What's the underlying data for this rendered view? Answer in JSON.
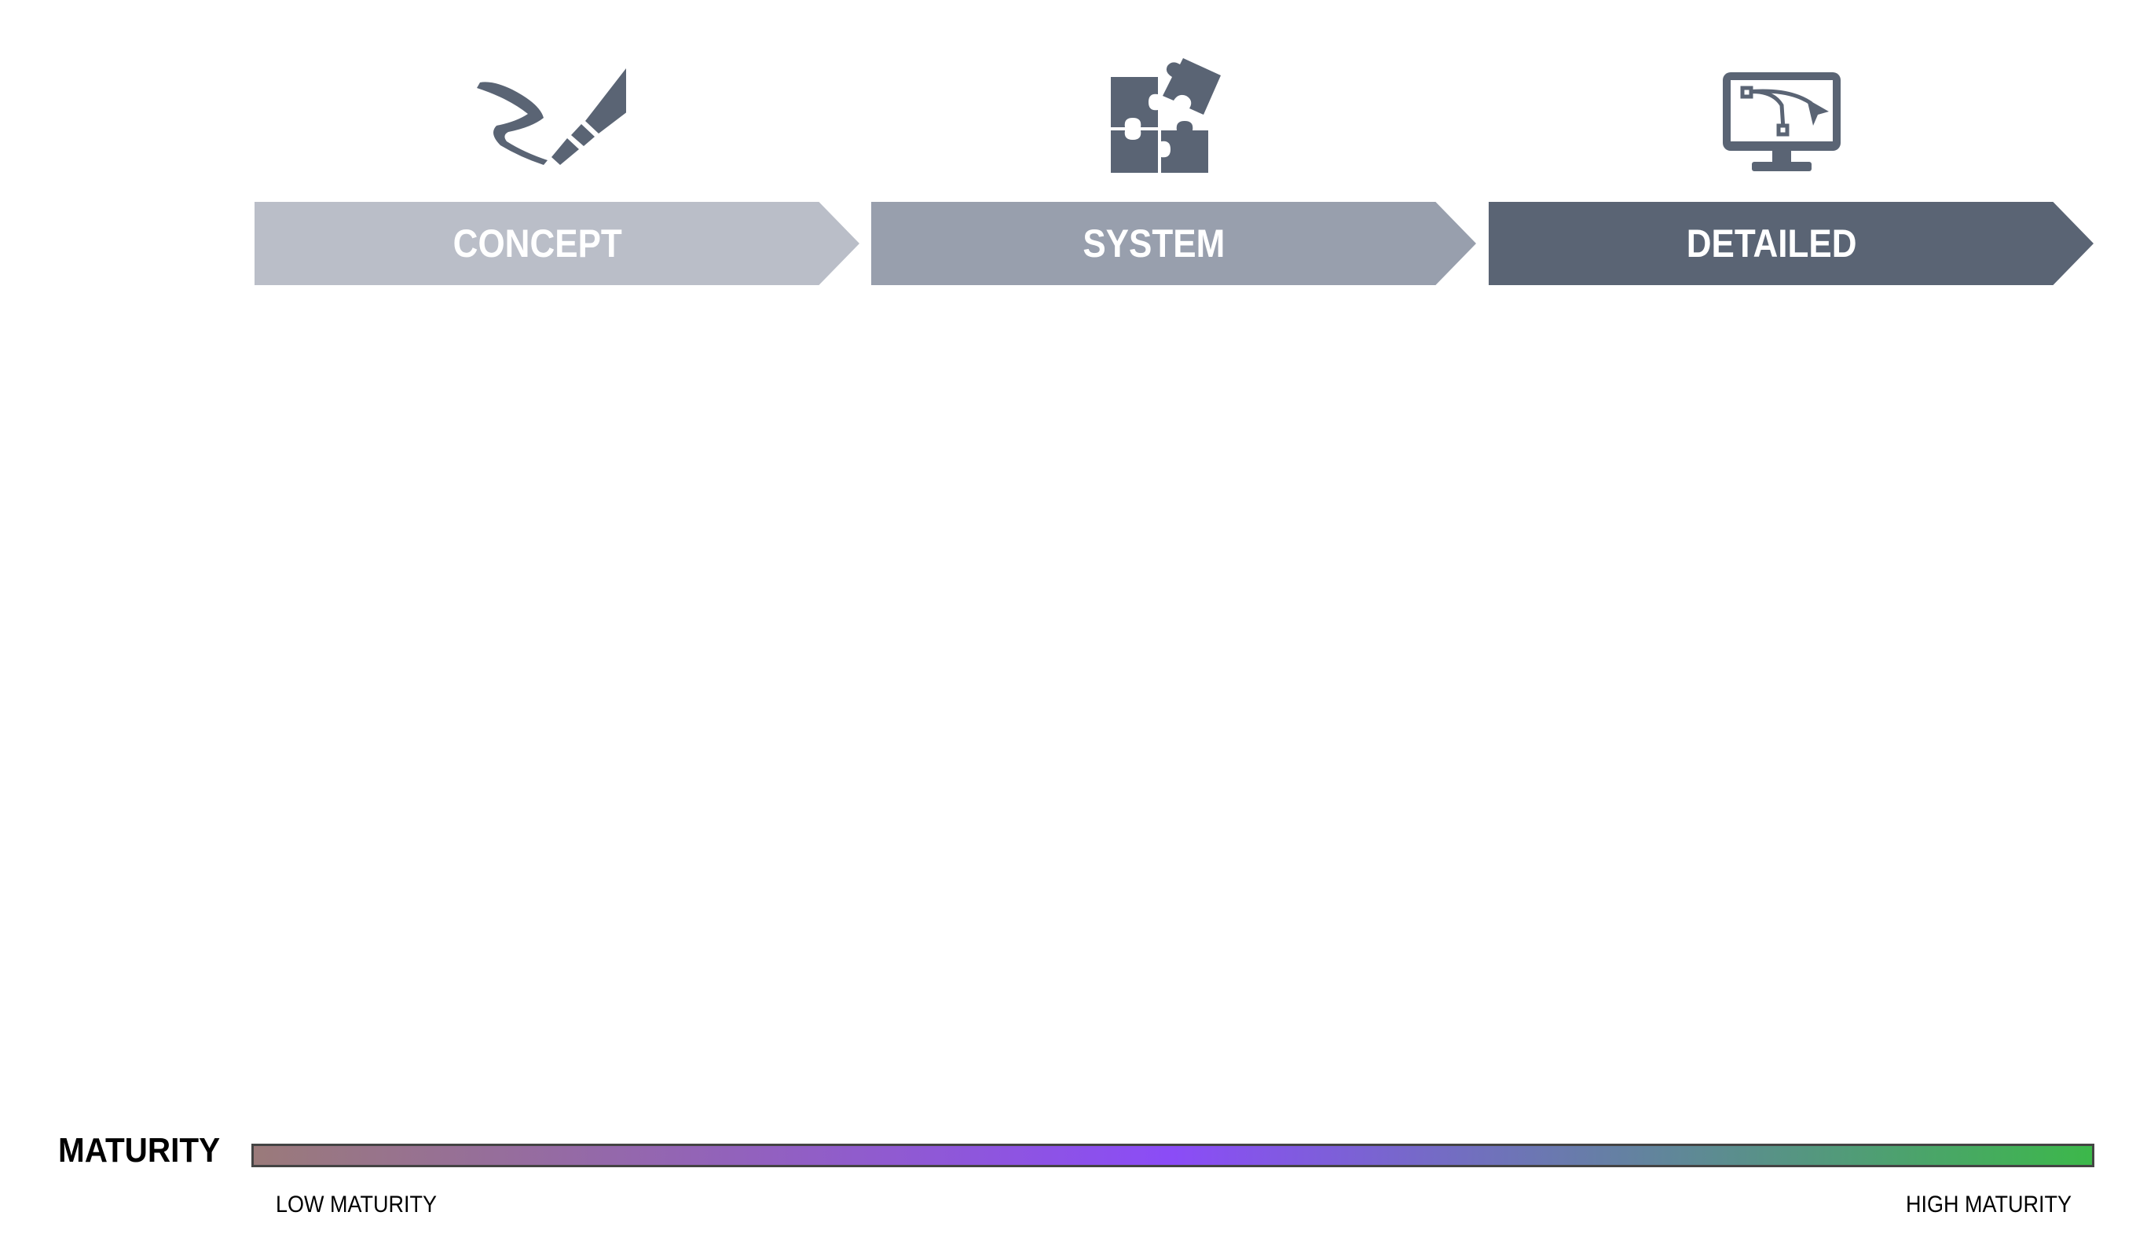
{
  "stages": [
    {
      "label": "CONCEPT",
      "icon": "pen-scribble-icon",
      "color": "#babec8"
    },
    {
      "label": "SYSTEM",
      "icon": "puzzle-pieces-icon",
      "color": "#989fad"
    },
    {
      "label": "DETAILED",
      "icon": "monitor-bezier-icon",
      "color": "#5a6474"
    }
  ],
  "icon_color": "#5a6474",
  "maturity": {
    "label": "MATURITY",
    "low_label": "LOW MATURITY",
    "high_label": "HIGH MATURITY",
    "gradient_colors": [
      "#9a7a7a",
      "#8b4cf7",
      "#3cb84a"
    ]
  }
}
